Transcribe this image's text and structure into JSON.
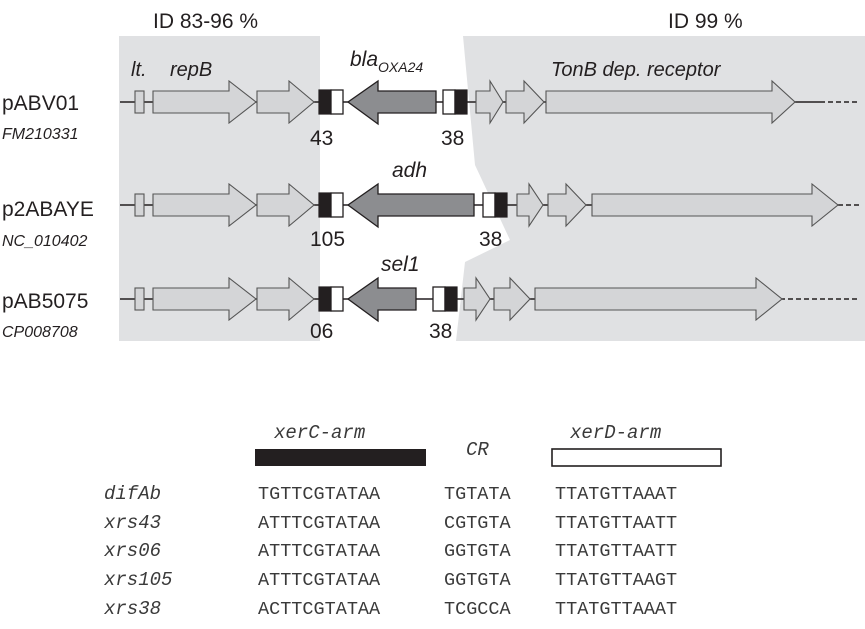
{
  "identity": {
    "left": "ID 83-96 %",
    "right": "ID 99 %"
  },
  "plasmids": [
    {
      "name": "pABV01",
      "accession": "FM210331",
      "gene": "bla",
      "gene_sub": "OXA24",
      "site_left": "43",
      "site_right": "38"
    },
    {
      "name": "p2ABAYE",
      "accession": "NC_010402",
      "gene": "adh",
      "site_left": "105",
      "site_right": "38"
    },
    {
      "name": "pAB5075",
      "accession": "CP008708",
      "gene": "sel1",
      "site_left": "06",
      "site_right": "38"
    }
  ],
  "gene_labels": {
    "lt": "lt.",
    "repB": "repB",
    "tonb": "TonB dep. receptor"
  },
  "alignment": {
    "headers": {
      "xerC": "xerC-arm",
      "cr": "CR",
      "xerD": "xerD-arm"
    },
    "rows": [
      {
        "name": "difAb",
        "xerC": "TGTTCGTATAA",
        "cr": "TGTATA",
        "xerD": "TTATGTTAAAT"
      },
      {
        "name": "xrs43",
        "xerC": "ATTTCGTATAA",
        "cr": "CGTGTA",
        "xerD": "TTATGTTAATT"
      },
      {
        "name": "xrs06",
        "xerC": "ATTTCGTATAA",
        "cr": "GGTGTA",
        "xerD": "TTATGTTAATT"
      },
      {
        "name": "xrs105",
        "xerC": "ATTTCGTATAA",
        "cr": "GGTGTA",
        "xerD": "TTATGTTAAGT"
      },
      {
        "name": "xrs38",
        "xerC": "ACTTCGTATAA",
        "cr": "TCGCCA",
        "xerD": "TTATGTTAAAT"
      }
    ]
  },
  "colors": {
    "shade": "#e0e1e3",
    "light_arrow": "#d4d5d7",
    "dark_arrow": "#8c8d90",
    "black_site": "#231f20"
  }
}
